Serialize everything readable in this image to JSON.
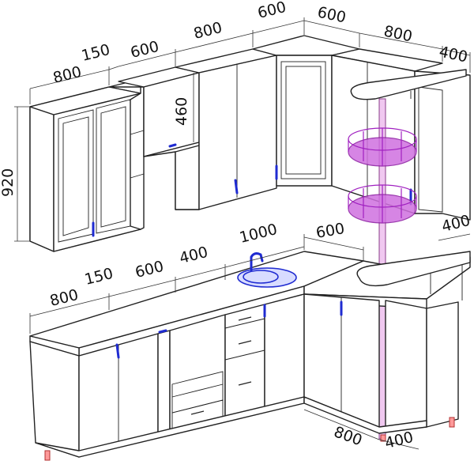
{
  "dimensions": {
    "upper_left_depth": "800",
    "upper_corner_gap": "150",
    "upper_open_shelf": "600",
    "upper_wall_cabinet": "800",
    "upper_corner_left": "600",
    "upper_corner_right": "600",
    "upper_right_cabinet": "800",
    "upper_bar_right": "400",
    "upper_height": "920",
    "upper_niche_height": "460",
    "lower_left_depth": "800",
    "lower_corner_gap": "150",
    "lower_cab_1": "600",
    "lower_cab_2": "400",
    "lower_sink": "1000",
    "lower_corner_right": "600",
    "lower_bar_right": "400",
    "floor_right_800": "800",
    "floor_right_400": "400"
  },
  "colors": {
    "handle": "#1f2bd1",
    "pole": "#f0c8f0",
    "basket": "#a020c0",
    "foot": "#ff9a9a"
  }
}
